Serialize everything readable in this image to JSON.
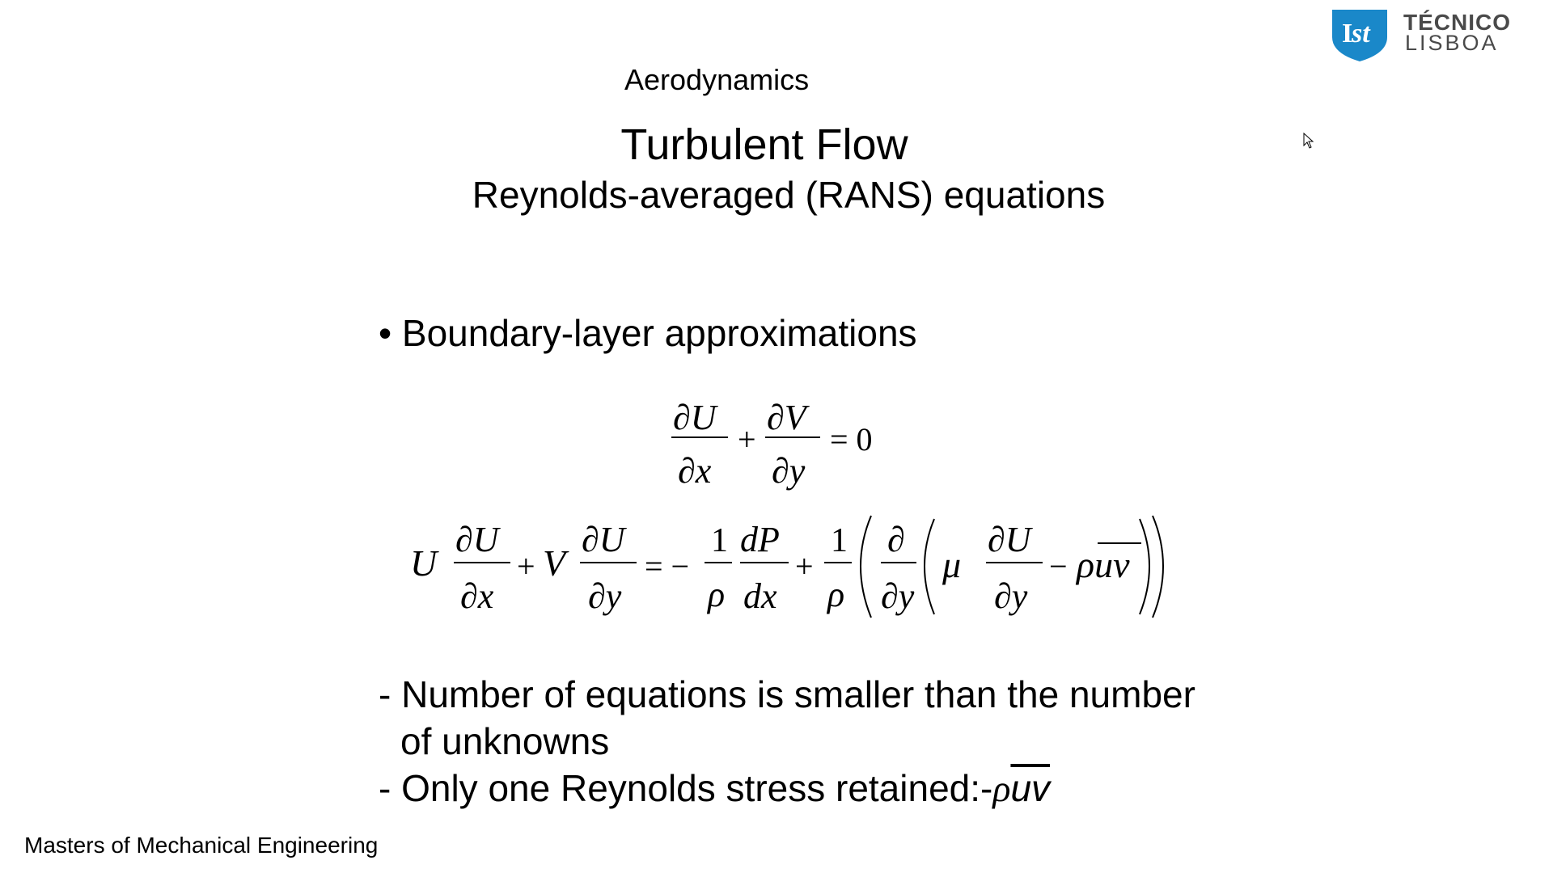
{
  "header": {
    "course": "Aerodynamics",
    "title": "Turbulent Flow",
    "subtitle": "Reynolds-averaged (RANS) equations"
  },
  "logo": {
    "line1": "TÉCNICO",
    "line2": "LISBOA",
    "brand_color": "#1a88c9"
  },
  "content": {
    "bullet": "• Boundary-layer approximations",
    "note1": "- Number of equations is smaller than the number",
    "note1_cont": "of unknowns",
    "note2_prefix": "- Only one Reynolds stress retained:-",
    "note2_rho": "ρ",
    "note2_uv": "uv"
  },
  "equations": {
    "continuity": "∂U/∂x + ∂V/∂y = 0",
    "momentum": "U ∂U/∂x + V ∂U/∂y = −(1/ρ) dP/dx + (1/ρ)(∂/∂y(μ ∂U/∂y − ρ uv̄))"
  },
  "footer": {
    "text": "Masters of Mechanical Engineering"
  }
}
